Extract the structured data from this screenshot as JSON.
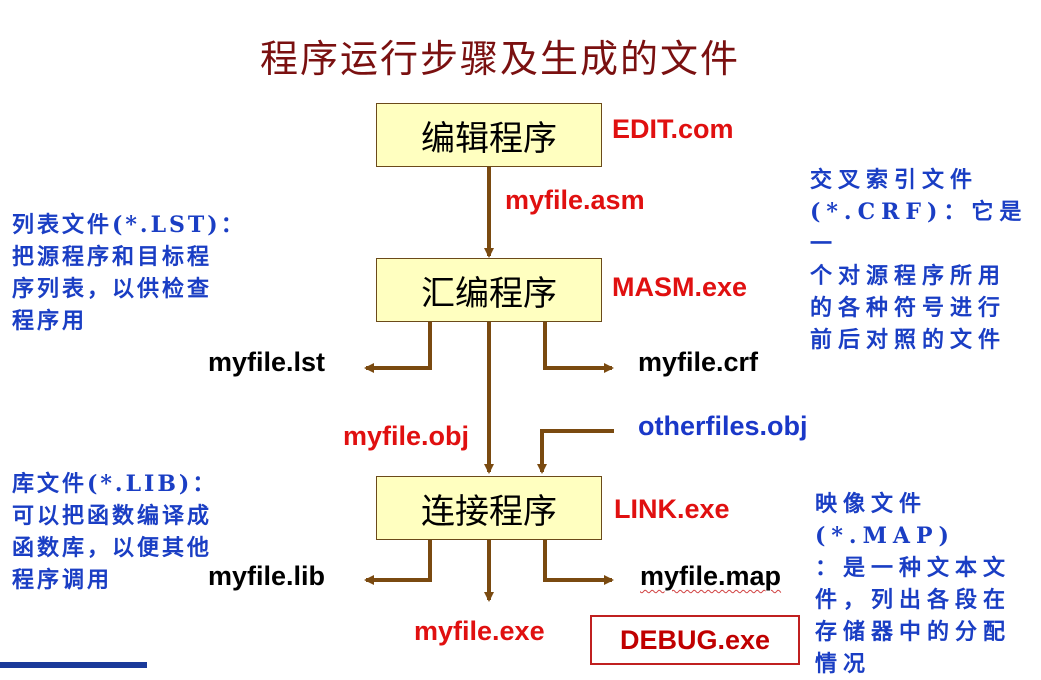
{
  "title": "程序运行步骤及生成的文件",
  "boxes": {
    "edit": "编辑程序",
    "assemble": "汇编程序",
    "link": "连接程序"
  },
  "tools": {
    "edit": "EDIT.com",
    "masm": "MASM.exe",
    "link": "LINK.exe",
    "debug": "DEBUG.exe"
  },
  "files": {
    "asm": "myfile.asm",
    "lst": "myfile.lst",
    "crf": "myfile.crf",
    "obj": "myfile.obj",
    "otherobj": "otherfiles.obj",
    "lib": "myfile.lib",
    "map": "myfile.map",
    "exe": "myfile.exe"
  },
  "notes": {
    "lst": [
      "列表文件(*.LST)：",
      "把源程序和目标程",
      "序列表，以供检查",
      "程序用"
    ],
    "crf": [
      "交叉索引文件",
      "(*.CRF)：它是一",
      "个对源程序所用",
      "的各种符号进行",
      "前后对照的文件"
    ],
    "lib": [
      "库文件(*.LIB)：",
      "可以把函数编译成",
      "函数库，以便其他",
      "程序调用"
    ],
    "map": [
      "映像文件(*.MAP)",
      "：是一种文本文",
      "件，列出各段在",
      "存储器中的分配",
      "情况"
    ]
  },
  "colors": {
    "title": "#7a1010",
    "box_fill": "#ffffc0",
    "arrow": "#7a4a10",
    "tool_red": "#e01010",
    "note_blue": "#1a3ec4",
    "debug_red": "#c00000"
  }
}
